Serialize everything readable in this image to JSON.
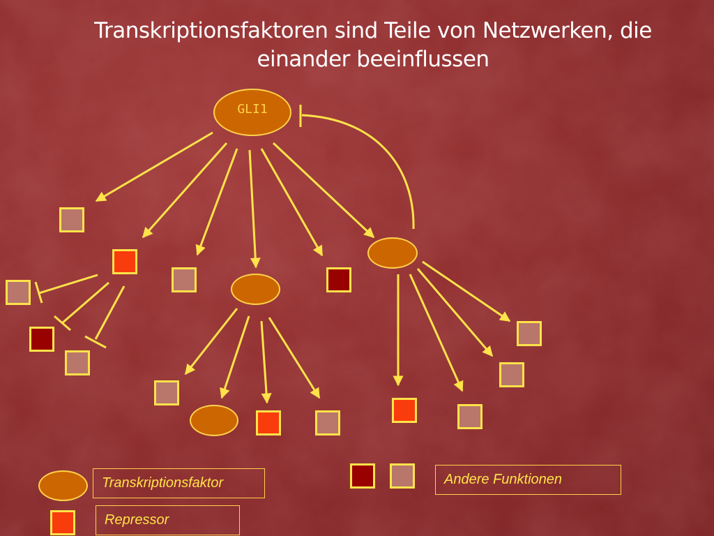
{
  "slide": {
    "title_line1": "Transkriptionsfaktoren sind Teile von Netzwerken, die",
    "title_line2": "einander beeinflussen"
  },
  "network": {
    "hub_label": "GLI1",
    "colors": {
      "transcription_factor": "#cc6600",
      "repressor": "#f93c0c",
      "other_function_light": "#b9766b",
      "other_function_dark": "#990000",
      "arrow": "#ffe34a"
    }
  },
  "legend": {
    "transcription_factor_label": "Transkriptionsfaktor",
    "repressor_label": "Repressor",
    "other_functions_label": "Andere Funktionen"
  }
}
